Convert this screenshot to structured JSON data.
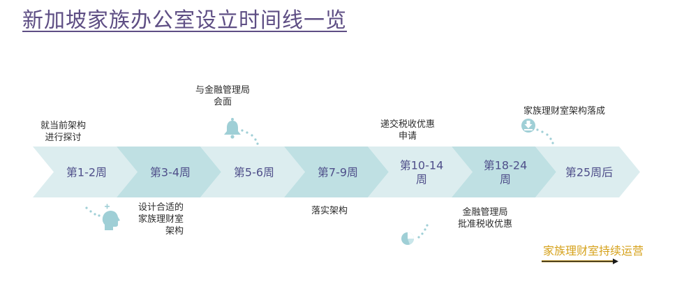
{
  "title": "新加坡家族办公室设立时间线一览",
  "stages": [
    {
      "label_lines": [
        "第1-2周"
      ]
    },
    {
      "label_lines": [
        "第3-4周"
      ]
    },
    {
      "label_lines": [
        "第5-6周"
      ]
    },
    {
      "label_lines": [
        "第7-9周"
      ]
    },
    {
      "label_lines": [
        "第10-14",
        "周"
      ]
    },
    {
      "label_lines": [
        "第18-24",
        "周"
      ]
    },
    {
      "label_lines": [
        "第25周后"
      ]
    }
  ],
  "annotations": {
    "above_1": {
      "lines": [
        "就当前架构",
        "进行探讨"
      ]
    },
    "below_2": {
      "lines": [
        "设计合适的",
        "家族理财室",
        "架构"
      ]
    },
    "above_3": {
      "lines": [
        "与金融管理局",
        "会面"
      ]
    },
    "below_4": {
      "lines": [
        "落实架构"
      ]
    },
    "above_5": {
      "lines": [
        "递交税收优惠",
        "申请"
      ]
    },
    "below_6": {
      "lines": [
        "金融管理局",
        "批准税收优惠"
      ]
    },
    "above_7": {
      "lines": [
        "家族理财室架构落成"
      ]
    }
  },
  "icons": [
    "head-icon",
    "bell-icon",
    "pie-chart-icon",
    "download-icon"
  ],
  "footer_note": "家族理财室持续运营",
  "colors": {
    "title": "#5e4e84",
    "stage_text": "#4f4f8a",
    "chevron_dark": "#bfe0e3",
    "chevron_light": "#dcedef",
    "icon": "#9fcfd6",
    "footer_note": "#d6a21c"
  }
}
